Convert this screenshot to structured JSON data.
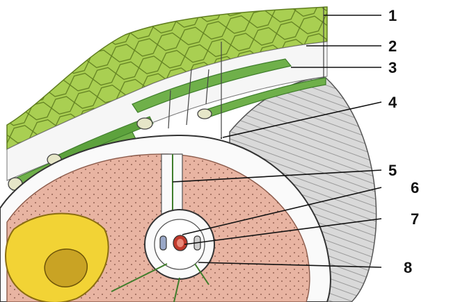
{
  "labels": [
    {
      "id": "label-1",
      "text": "1"
    },
    {
      "id": "label-2",
      "text": "2"
    },
    {
      "id": "label-3",
      "text": "3"
    },
    {
      "id": "label-4",
      "text": "4"
    },
    {
      "id": "label-5",
      "text": "5"
    },
    {
      "id": "label-6",
      "text": "6"
    },
    {
      "id": "label-7",
      "text": "7"
    },
    {
      "id": "label-8",
      "text": "8"
    }
  ],
  "colors": {
    "epidermis": "#a9cf52",
    "epidermis_line": "#5f7d1f",
    "muscle_band": "#6fb04a",
    "muscle_band_dark": "#3f7d2b",
    "muscle_tissue": "#e8b4a2",
    "bone": "#f2d335",
    "sheath_gray": "#c9c9c9",
    "outline": "#333333",
    "vessel_red": "#c0392b"
  }
}
